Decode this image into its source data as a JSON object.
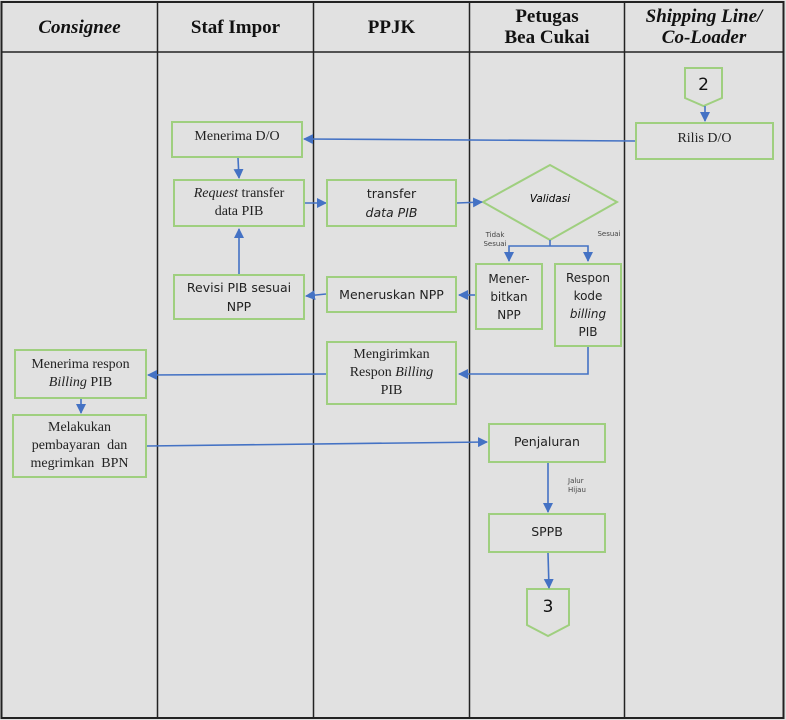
{
  "lanes": [
    {
      "id": "consignee",
      "title": "Consignee",
      "italic": true
    },
    {
      "id": "staf-impor",
      "title": "Staf Impor",
      "italic": false
    },
    {
      "id": "ppjk",
      "title": "PPJK",
      "italic": false
    },
    {
      "id": "bea-cukai",
      "title_line1": "Petugas",
      "title_line2": "Bea Cukai",
      "italic": false
    },
    {
      "id": "shipping-line",
      "title_line1": "Shipping Line/",
      "title_line2": "Co-Loader",
      "italic": true
    }
  ],
  "connectors": {
    "start": "2",
    "end": "3"
  },
  "nodes": {
    "rilis_do": "Rilis D/O",
    "menerima_do": "Menerima D/O",
    "request_transfer": {
      "italic": "Request",
      "rest": " transfer",
      "line2": "data PIB"
    },
    "transfer_data": {
      "line1": "transfer",
      "line2": "data PIB"
    },
    "validasi": "Validasi",
    "menerbitkan_npp": {
      "line1": "Mener-",
      "line2": "bitkan",
      "line3": "NPP"
    },
    "respon_kode": {
      "line1": "Respon",
      "line2": "kode",
      "line3": "billing",
      "line4": "PIB"
    },
    "meneruskan_npp": "Meneruskan NPP",
    "revisi_pib": {
      "line1": "Revisi PIB sesuai",
      "line2": "NPP"
    },
    "mengirimkan_respon": {
      "line1": "Mengirimkan",
      "line2a": "Respon ",
      "line2b": "Billing",
      "line3": "PIB"
    },
    "menerima_respon": {
      "line1": "Menerima respon",
      "line2a": "Billing",
      "line2b": " PIB"
    },
    "melakukan_pembayaran": {
      "line1": "Melakukan",
      "line2": "pembayaran  dan",
      "line3": "megrimkan  BPN"
    },
    "penjaluran": "Penjaluran",
    "sppb": "SPPB"
  },
  "edge_labels": {
    "tidak_sesuai_1": "Tidak",
    "tidak_sesuai_2": "Sesuai",
    "sesuai": "Sesuai",
    "jalur_1": "Jalur",
    "jalur_2": "Hijau"
  },
  "colors": {
    "box_border": "#9fcf7f",
    "arrow": "#4472c4",
    "background": "#e1e1e1",
    "lane_line": "#222222"
  }
}
